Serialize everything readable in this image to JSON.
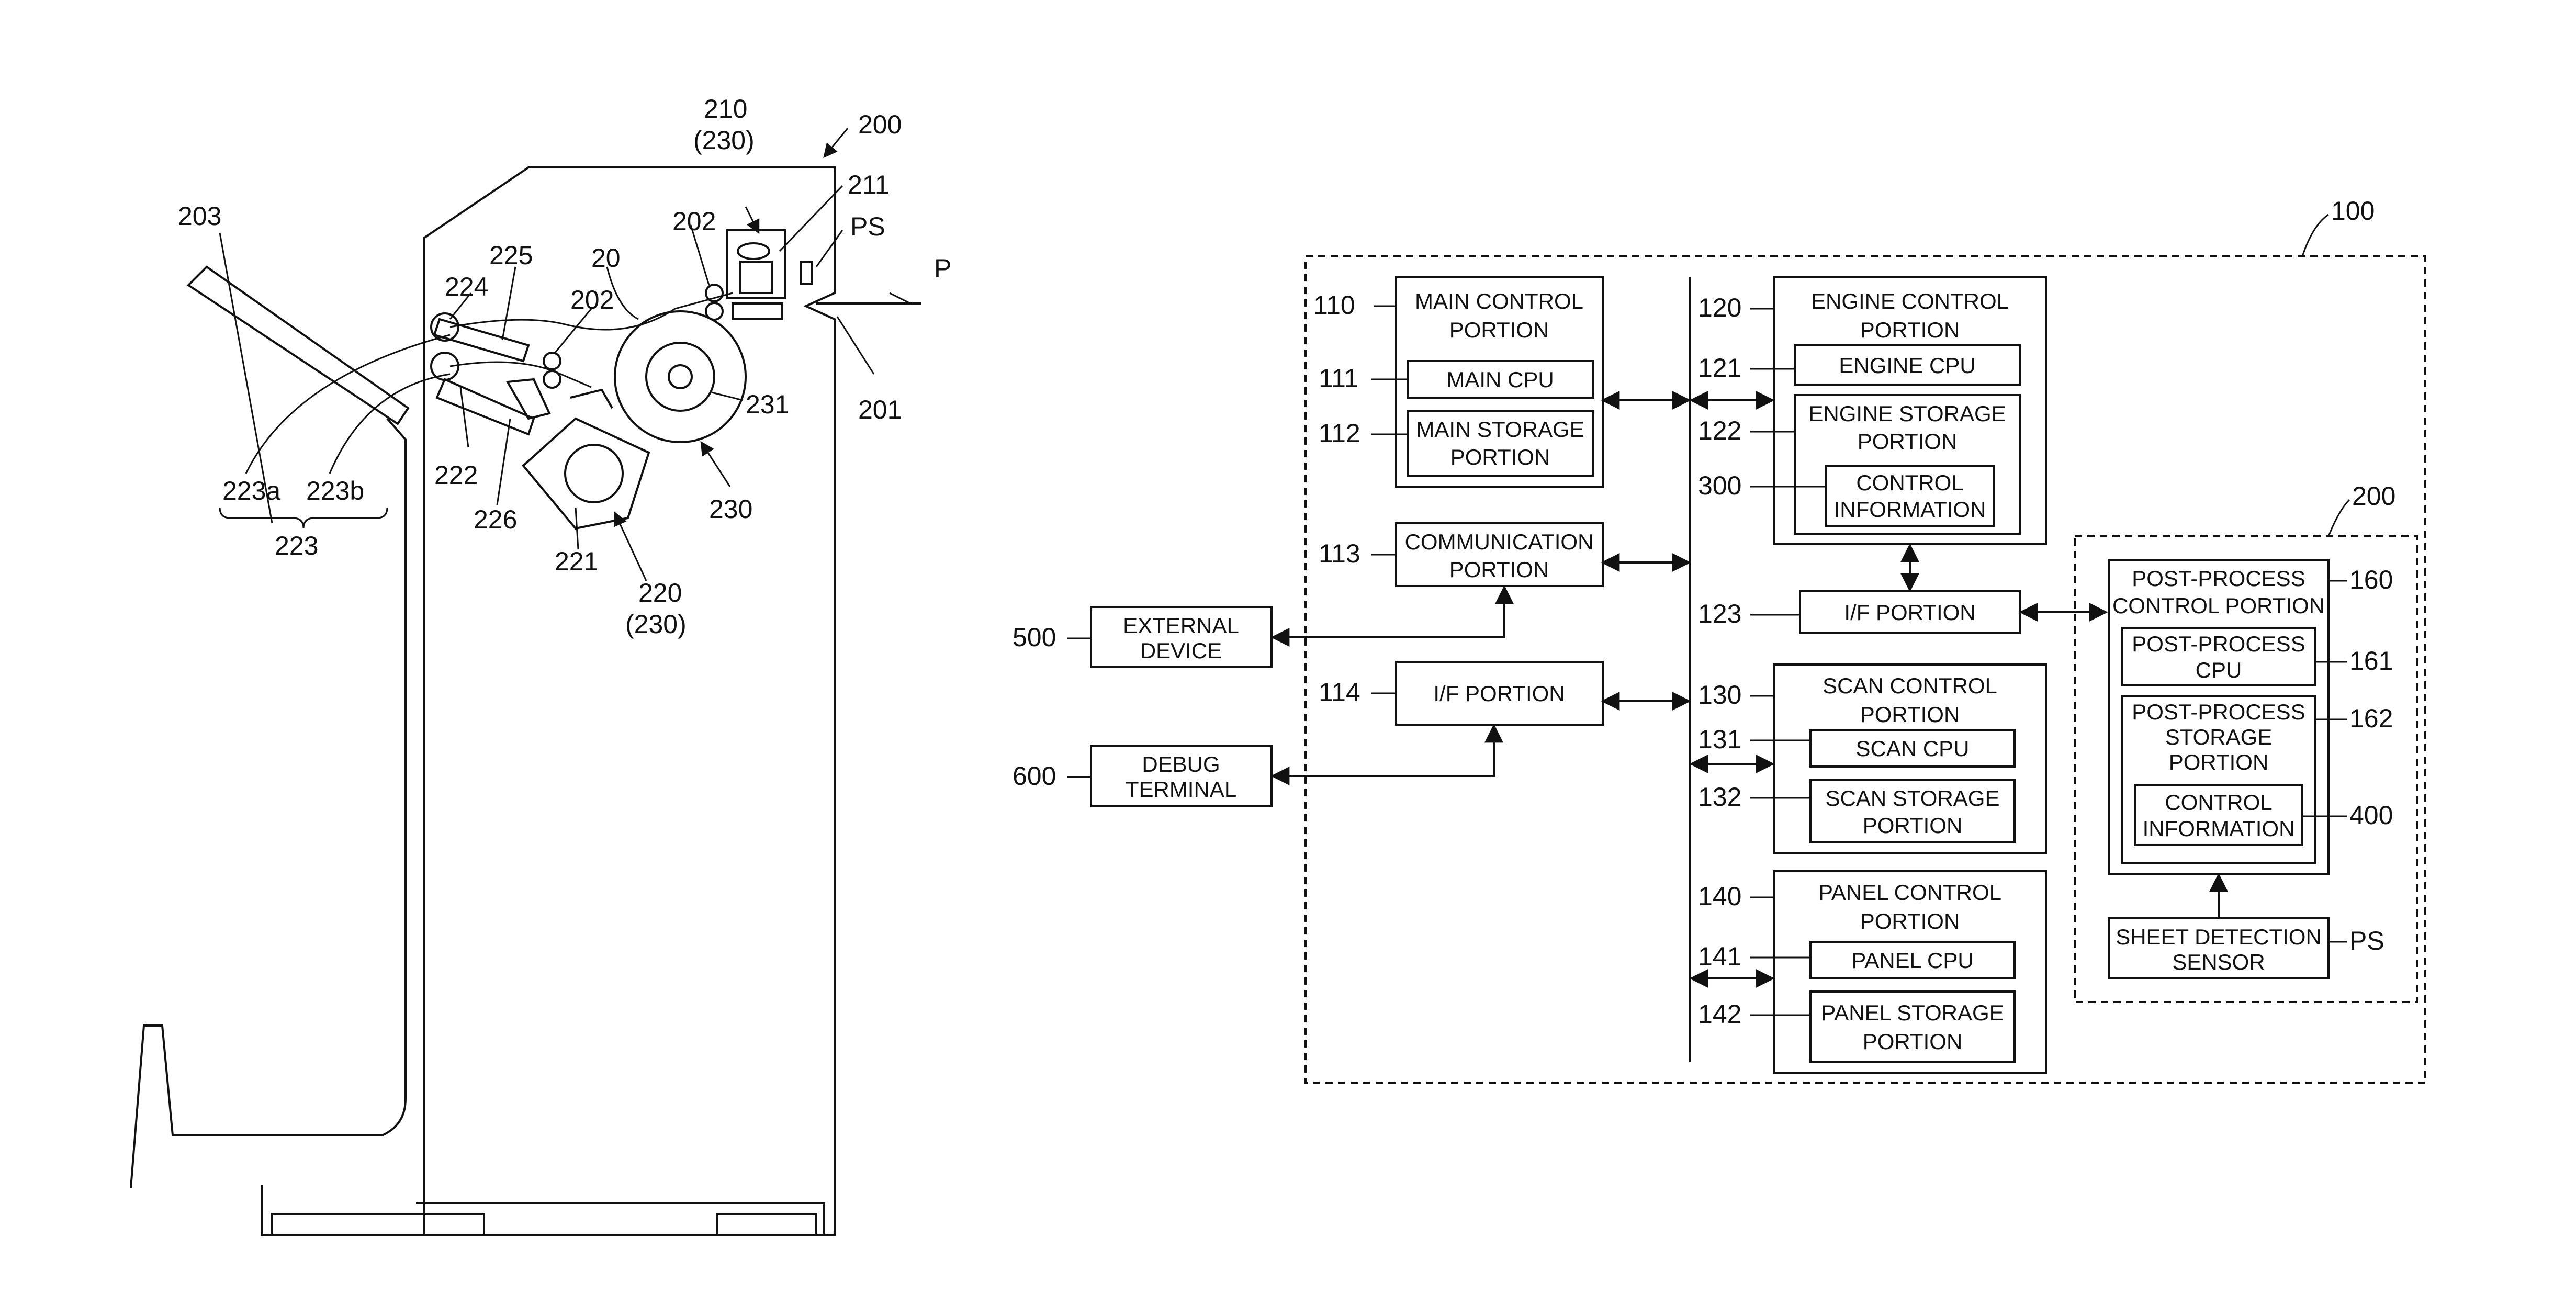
{
  "figure1": {
    "ref_200": "200",
    "ref_210": "210",
    "ref_210_sub": "(230)",
    "ref_211": "211",
    "ref_ps": "PS",
    "ref_p": "P",
    "ref_202a": "202",
    "ref_202b": "202",
    "ref_20": "20",
    "ref_203": "203",
    "ref_225": "225",
    "ref_224": "224",
    "ref_231": "231",
    "ref_201": "201",
    "ref_230": "230",
    "ref_223a": "223a",
    "ref_223b": "223b",
    "ref_223": "223",
    "ref_222": "222",
    "ref_226": "226",
    "ref_221": "221",
    "ref_220": "220",
    "ref_220_sub": "(230)"
  },
  "figure2": {
    "ref_100": "100",
    "ref_200": "200",
    "main_control": {
      "ref": "110",
      "line1": "MAIN CONTROL",
      "line2": "PORTION"
    },
    "main_cpu": {
      "ref": "111",
      "label": "MAIN CPU"
    },
    "main_storage": {
      "ref": "112",
      "line1": "MAIN STORAGE",
      "line2": "PORTION"
    },
    "communication": {
      "ref": "113",
      "line1": "COMMUNICATION",
      "line2": "PORTION"
    },
    "if_114": {
      "ref": "114",
      "label": "I/F PORTION"
    },
    "external_device": {
      "ref": "500",
      "line1": "EXTERNAL",
      "line2": "DEVICE"
    },
    "debug_terminal": {
      "ref": "600",
      "line1": "DEBUG",
      "line2": "TERMINAL"
    },
    "engine_control": {
      "ref": "120",
      "line1": "ENGINE CONTROL",
      "line2": "PORTION"
    },
    "engine_cpu": {
      "ref": "121",
      "label": "ENGINE CPU"
    },
    "engine_storage": {
      "ref": "122",
      "line1": "ENGINE STORAGE",
      "line2": "PORTION"
    },
    "control_info_300": {
      "ref": "300",
      "line1": "CONTROL",
      "line2": "INFORMATION"
    },
    "if_123": {
      "ref": "123",
      "label": "I/F PORTION"
    },
    "scan_control": {
      "ref": "130",
      "line1": "SCAN CONTROL",
      "line2": "PORTION"
    },
    "scan_cpu": {
      "ref": "131",
      "label": "SCAN CPU"
    },
    "scan_storage": {
      "ref": "132",
      "line1": "SCAN STORAGE",
      "line2": "PORTION"
    },
    "panel_control": {
      "ref": "140",
      "line1": "PANEL CONTROL",
      "line2": "PORTION"
    },
    "panel_cpu": {
      "ref": "141",
      "label": "PANEL CPU"
    },
    "panel_storage": {
      "ref": "142",
      "line1": "PANEL STORAGE",
      "line2": "PORTION"
    },
    "post_control": {
      "ref": "160",
      "line1": "POST-PROCESS",
      "line2": "CONTROL PORTION"
    },
    "post_cpu": {
      "ref": "161",
      "line1": "POST-PROCESS",
      "line2": "CPU"
    },
    "post_storage": {
      "ref": "162",
      "line1": "POST-PROCESS",
      "line2": "STORAGE",
      "line3": "PORTION"
    },
    "control_info_400": {
      "ref": "400",
      "line1": "CONTROL",
      "line2": "INFORMATION"
    },
    "sheet_sensor": {
      "ref": "PS",
      "line1": "SHEET DETECTION",
      "line2": "SENSOR"
    }
  }
}
